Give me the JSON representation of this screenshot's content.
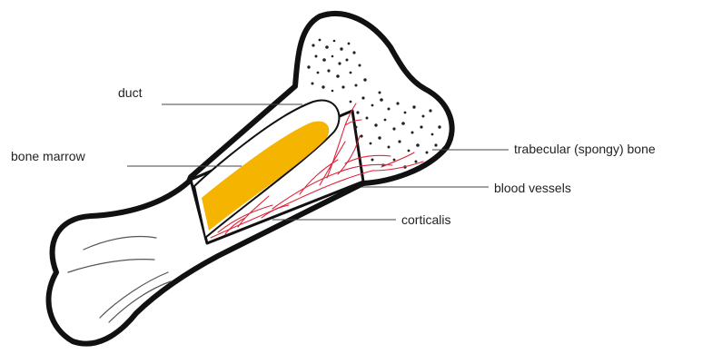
{
  "labels": {
    "duct": "duct",
    "bone_marrow": "bone marrow",
    "trabecular": "trabecular (spongy) bone",
    "blood_vessels": "blood vessels",
    "corticalis": "corticalis"
  },
  "colors": {
    "outline": "#111111",
    "marrow": "#f5b400",
    "vessels": "#e0243a",
    "spongy_dots": "#222222",
    "leader_line": "#444444",
    "text": "#222222"
  }
}
